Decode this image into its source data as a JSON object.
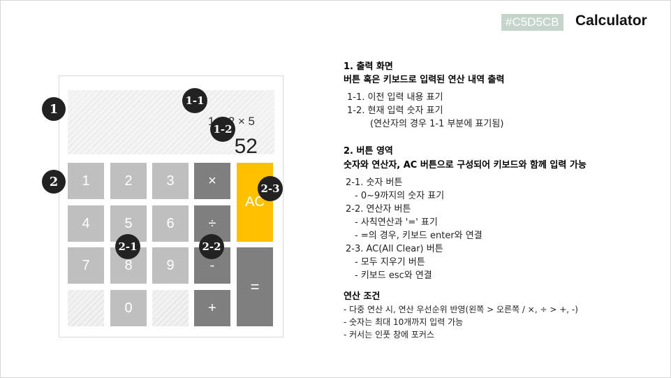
{
  "header": {
    "color_hex": "#C5D5CB",
    "title": "Calculator"
  },
  "display": {
    "previous": "1 + 2 × 5",
    "current": "52"
  },
  "keys": {
    "k1": "1",
    "k2": "2",
    "k3": "3",
    "mul": "×",
    "k4": "4",
    "k5": "5",
    "k6": "6",
    "div": "÷",
    "k7": "7",
    "k8": "8",
    "k9": "9",
    "sub": "-",
    "k0": "0",
    "add": "+",
    "ac": "AC",
    "eq": "="
  },
  "markers": {
    "m1": "1",
    "m1_1": "1-1",
    "m1_2": "1-2",
    "m2": "2",
    "m2_1": "2-1",
    "m2_2": "2-2",
    "m2_3": "2-3"
  },
  "description": {
    "s1_title": "1. 출력 화면",
    "s1_sub": "버튼 혹은 키보드로 입력된 연산 내역 출력",
    "s1_item1": "1-1. 이전 입력 내용 표기",
    "s1_item2": "1-2. 현재 입력 숫자 표기",
    "s1_item2_note": "(연산자의 경우 1-1 부분에 표기됨)",
    "s2_title": "2. 버튼 영역",
    "s2_sub": "숫자와 연산자, AC 버튼으로 구성되어 키보드와 함께 입력 가능",
    "s2_1": "2-1. 숫자 버튼",
    "s2_1_a": "- 0~9까지의 숫자 표기",
    "s2_2": "2-2. 연산자 버튼",
    "s2_2_a": "- 사칙연산과 '=' 표기",
    "s2_2_b": "- =의 경우, 키보드 enter와 연결",
    "s2_3": "2-3. AC(All Clear) 버튼",
    "s2_3_a": "- 모두 지우기 버튼",
    "s2_3_b": "- 키보드 esc와 연결",
    "s3_title": "연산 조건",
    "s3_a": "- 다중 연산 시, 연산 우선순위 반영(왼쪽 > 오른쪽 / ×, ÷ > +, -)",
    "s3_b": "- 숫자는 최대 10개까지 입력 가능",
    "s3_c": "- 커서는 인풋 창에 포커스"
  },
  "colors": {
    "accent": "#C5D5CB",
    "number_key": "#BFBFBF",
    "operator_key": "#7F7F7F",
    "ac_key": "#FFC000",
    "marker": "#222222"
  }
}
